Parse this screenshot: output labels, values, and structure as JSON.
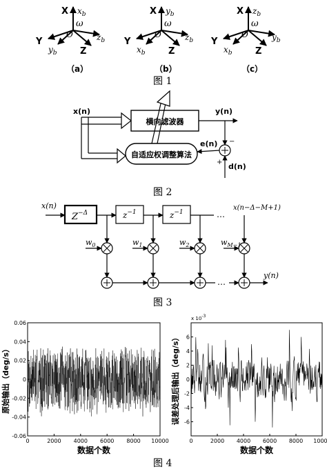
{
  "fig1": {
    "caption": "图 1",
    "frames": [
      {
        "label": "（a）",
        "X": "X",
        "xb": "x",
        "xb_sub": "b",
        "Y": "Y",
        "yb": "y",
        "yb_sub": "b",
        "Z": "Z",
        "zb": "z",
        "zb_sub": "b",
        "omega": "ω",
        "O": "O"
      },
      {
        "label": "（b）",
        "X": "X",
        "xb": "y",
        "xb_sub": "b",
        "Y": "Y",
        "yb": "x",
        "yb_sub": "b",
        "Z": "Z",
        "zb": "z",
        "zb_sub": "b",
        "omega": "ω",
        "O": "O"
      },
      {
        "label": "（c）",
        "X": "X",
        "xb": "z",
        "xb_sub": "b",
        "Y": "Y",
        "yb": "x",
        "yb_sub": "b",
        "Z": "Z",
        "zb": "y",
        "zb_sub": "b",
        "omega": "ω",
        "O": "O"
      }
    ]
  },
  "fig2": {
    "caption": "图 2",
    "input": "x(n)",
    "filter_block": "横向滤波器",
    "adapt_block": "自适应权调整算法",
    "output": "y(n)",
    "error": "e(n)",
    "desired": "d(n)",
    "plus": "+",
    "minus": "−"
  },
  "fig3": {
    "caption": "图 3",
    "input": "x(n)",
    "delay_block": "Z",
    "delay_sup": "−Δ",
    "unit_delay": "z",
    "unit_sup": "−1",
    "tap_label": "x(n−Δ−M+1)",
    "weights": [
      {
        "w": "w",
        "sub": "0"
      },
      {
        "w": "w",
        "sub": "1"
      },
      {
        "w": "w",
        "sub": "2"
      },
      {
        "w": "w",
        "sub": "M−1"
      }
    ],
    "dots": "…",
    "output": "y(n)"
  },
  "fig4": {
    "caption": "图 4",
    "left": {
      "ylabel": "原始输出（deg/s）",
      "xlabel": "数据个数",
      "yticks": [
        "0.06",
        "0.04",
        "0.02",
        "0",
        "-0.02",
        "-0.04",
        "-0.06"
      ],
      "xticks": [
        "0",
        "2000",
        "4000",
        "6000",
        "8000",
        "10000"
      ]
    },
    "right": {
      "ylabel": "误差处理后输出（deg/s）",
      "xlabel": "数据个数",
      "exponent": "x 10",
      "exponent_sup": "-3",
      "yticks": [
        "6",
        "4",
        "2",
        "0",
        "-2",
        "-4",
        "-6"
      ],
      "xticks": [
        "0",
        "2000",
        "4000",
        "6000",
        "8000",
        "10000"
      ]
    }
  },
  "chart_data": [
    {
      "type": "line",
      "title": "",
      "xlabel": "数据个数",
      "ylabel": "原始输出（deg/s）",
      "xlim": [
        0,
        10000
      ],
      "ylim": [
        -0.06,
        0.06
      ],
      "series": [
        {
          "amplitude": 0.04
        }
      ]
    },
    {
      "type": "line",
      "title": "",
      "xlabel": "数据个数",
      "ylabel": "误差处理后输出（deg/s）",
      "xlim": [
        0,
        10000
      ],
      "ylim": [
        -0.008,
        0.008
      ],
      "series": [
        {
          "amplitude": 0.0035,
          "spikes": [
            [
              1100,
              -0.0042
            ],
            [
              1600,
              0.0048
            ],
            [
              2950,
              -0.0065
            ],
            [
              3600,
              0.0045
            ],
            [
              4900,
              -0.006
            ],
            [
              6200,
              -0.0068
            ],
            [
              7500,
              0.007
            ],
            [
              8400,
              0.006
            ]
          ]
        }
      ]
    }
  ]
}
